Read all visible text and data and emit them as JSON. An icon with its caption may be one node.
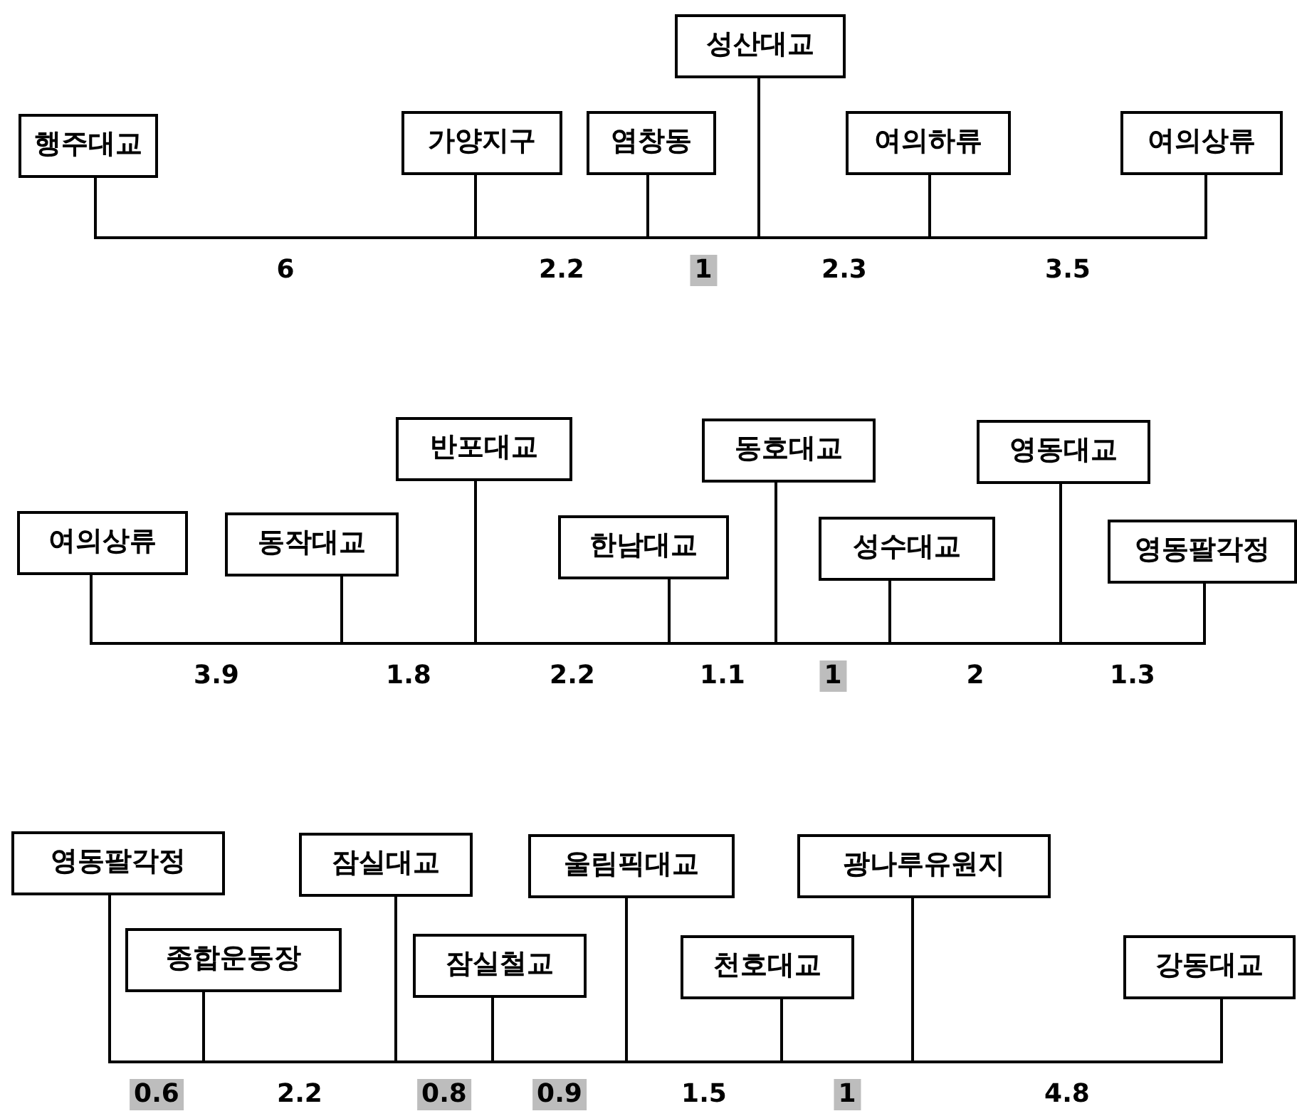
{
  "diagram": {
    "nodes": [
      {
        "text": [
          "행주대교"
        ]
      },
      {
        "text": [
          "가양지구"
        ]
      },
      {
        "text": [
          "염창동"
        ]
      },
      {
        "text": [
          "성산대교"
        ]
      },
      {
        "text": [
          "여의하류"
        ]
      },
      {
        "text": [
          "여의상류"
        ]
      },
      {
        "text": [
          "여의상류"
        ]
      },
      {
        "text": [
          "동작대교"
        ]
      },
      {
        "text": [
          "반포대교"
        ]
      },
      {
        "text": [
          "한남대교"
        ]
      },
      {
        "text": [
          "동호대교"
        ]
      },
      {
        "text": [
          "성수대교"
        ]
      },
      {
        "text": [
          "영동대교"
        ]
      },
      {
        "text": [
          "영동팔각정"
        ]
      },
      {
        "text": [
          "영동팔각정"
        ]
      },
      {
        "text": [
          "종합운동장"
        ]
      },
      {
        "text": [
          "잠실대교"
        ]
      },
      {
        "text": [
          "잠실철교"
        ]
      },
      {
        "text": [
          "울림픽대교"
        ]
      },
      {
        "text": [
          "천호대교"
        ]
      },
      {
        "text": [
          "광나루유원지"
        ]
      },
      {
        "text": [
          "강동대교"
        ]
      }
    ],
    "edges": [
      {
        "from": 0,
        "to": 1,
        "arrow": "none",
        "label": "6"
      },
      {
        "from": 1,
        "to": 2,
        "arrow": "none",
        "label": "2.2"
      },
      {
        "from": 2,
        "to": 3,
        "arrow": "none",
        "label": "1"
      },
      {
        "from": 3,
        "to": 4,
        "arrow": "none",
        "label": "2.3"
      },
      {
        "from": 4,
        "to": 5,
        "arrow": "none",
        "label": "3.5"
      },
      {
        "from": 6,
        "to": 7,
        "arrow": "none",
        "label": "3.9"
      },
      {
        "from": 7,
        "to": 8,
        "arrow": "none",
        "label": "1.8"
      },
      {
        "from": 8,
        "to": 9,
        "arrow": "none",
        "label": "2.2"
      },
      {
        "from": 9,
        "to": 10,
        "arrow": "none",
        "label": "1.1"
      },
      {
        "from": 10,
        "to": 11,
        "arrow": "none",
        "label": "1"
      },
      {
        "from": 11,
        "to": 12,
        "arrow": "none",
        "label": "2"
      },
      {
        "from": 12,
        "to": 13,
        "arrow": "none",
        "label": "1.3"
      },
      {
        "from": 14,
        "to": 15,
        "arrow": "none",
        "label": "0.6"
      },
      {
        "from": 15,
        "to": 16,
        "arrow": "none",
        "label": "2.2"
      },
      {
        "from": 16,
        "to": 17,
        "arrow": "none",
        "label": "0.8"
      },
      {
        "from": 17,
        "to": 18,
        "arrow": "none",
        "label": "0.9"
      },
      {
        "from": 18,
        "to": 19,
        "arrow": "none",
        "label": "1.5"
      },
      {
        "from": 19,
        "to": 20,
        "arrow": "none",
        "label": "1"
      },
      {
        "from": 20,
        "to": 21,
        "arrow": "none",
        "label": "4.8"
      }
    ]
  }
}
